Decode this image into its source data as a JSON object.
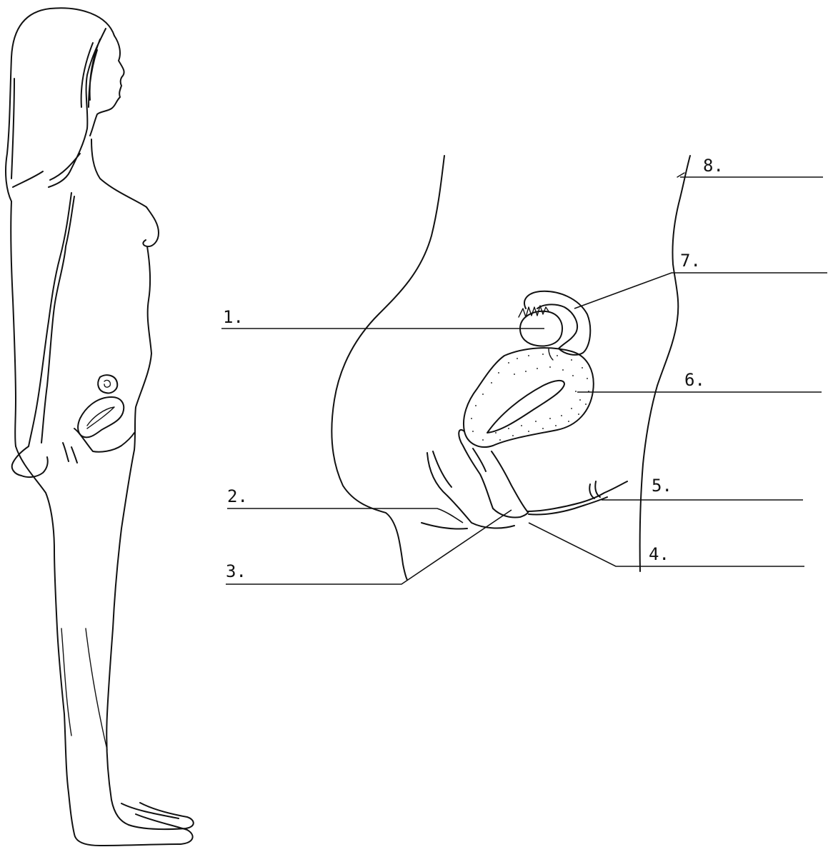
{
  "labels": [
    {
      "id": "1",
      "text": "1."
    },
    {
      "id": "2",
      "text": "2."
    },
    {
      "id": "3",
      "text": "3."
    },
    {
      "id": "4",
      "text": "4."
    },
    {
      "id": "5",
      "text": "5."
    },
    {
      "id": "6",
      "text": "6."
    },
    {
      "id": "7",
      "text": "7."
    },
    {
      "id": "8",
      "text": "8."
    }
  ],
  "colors": {
    "ink": "#111111",
    "background": "#ffffff"
  }
}
